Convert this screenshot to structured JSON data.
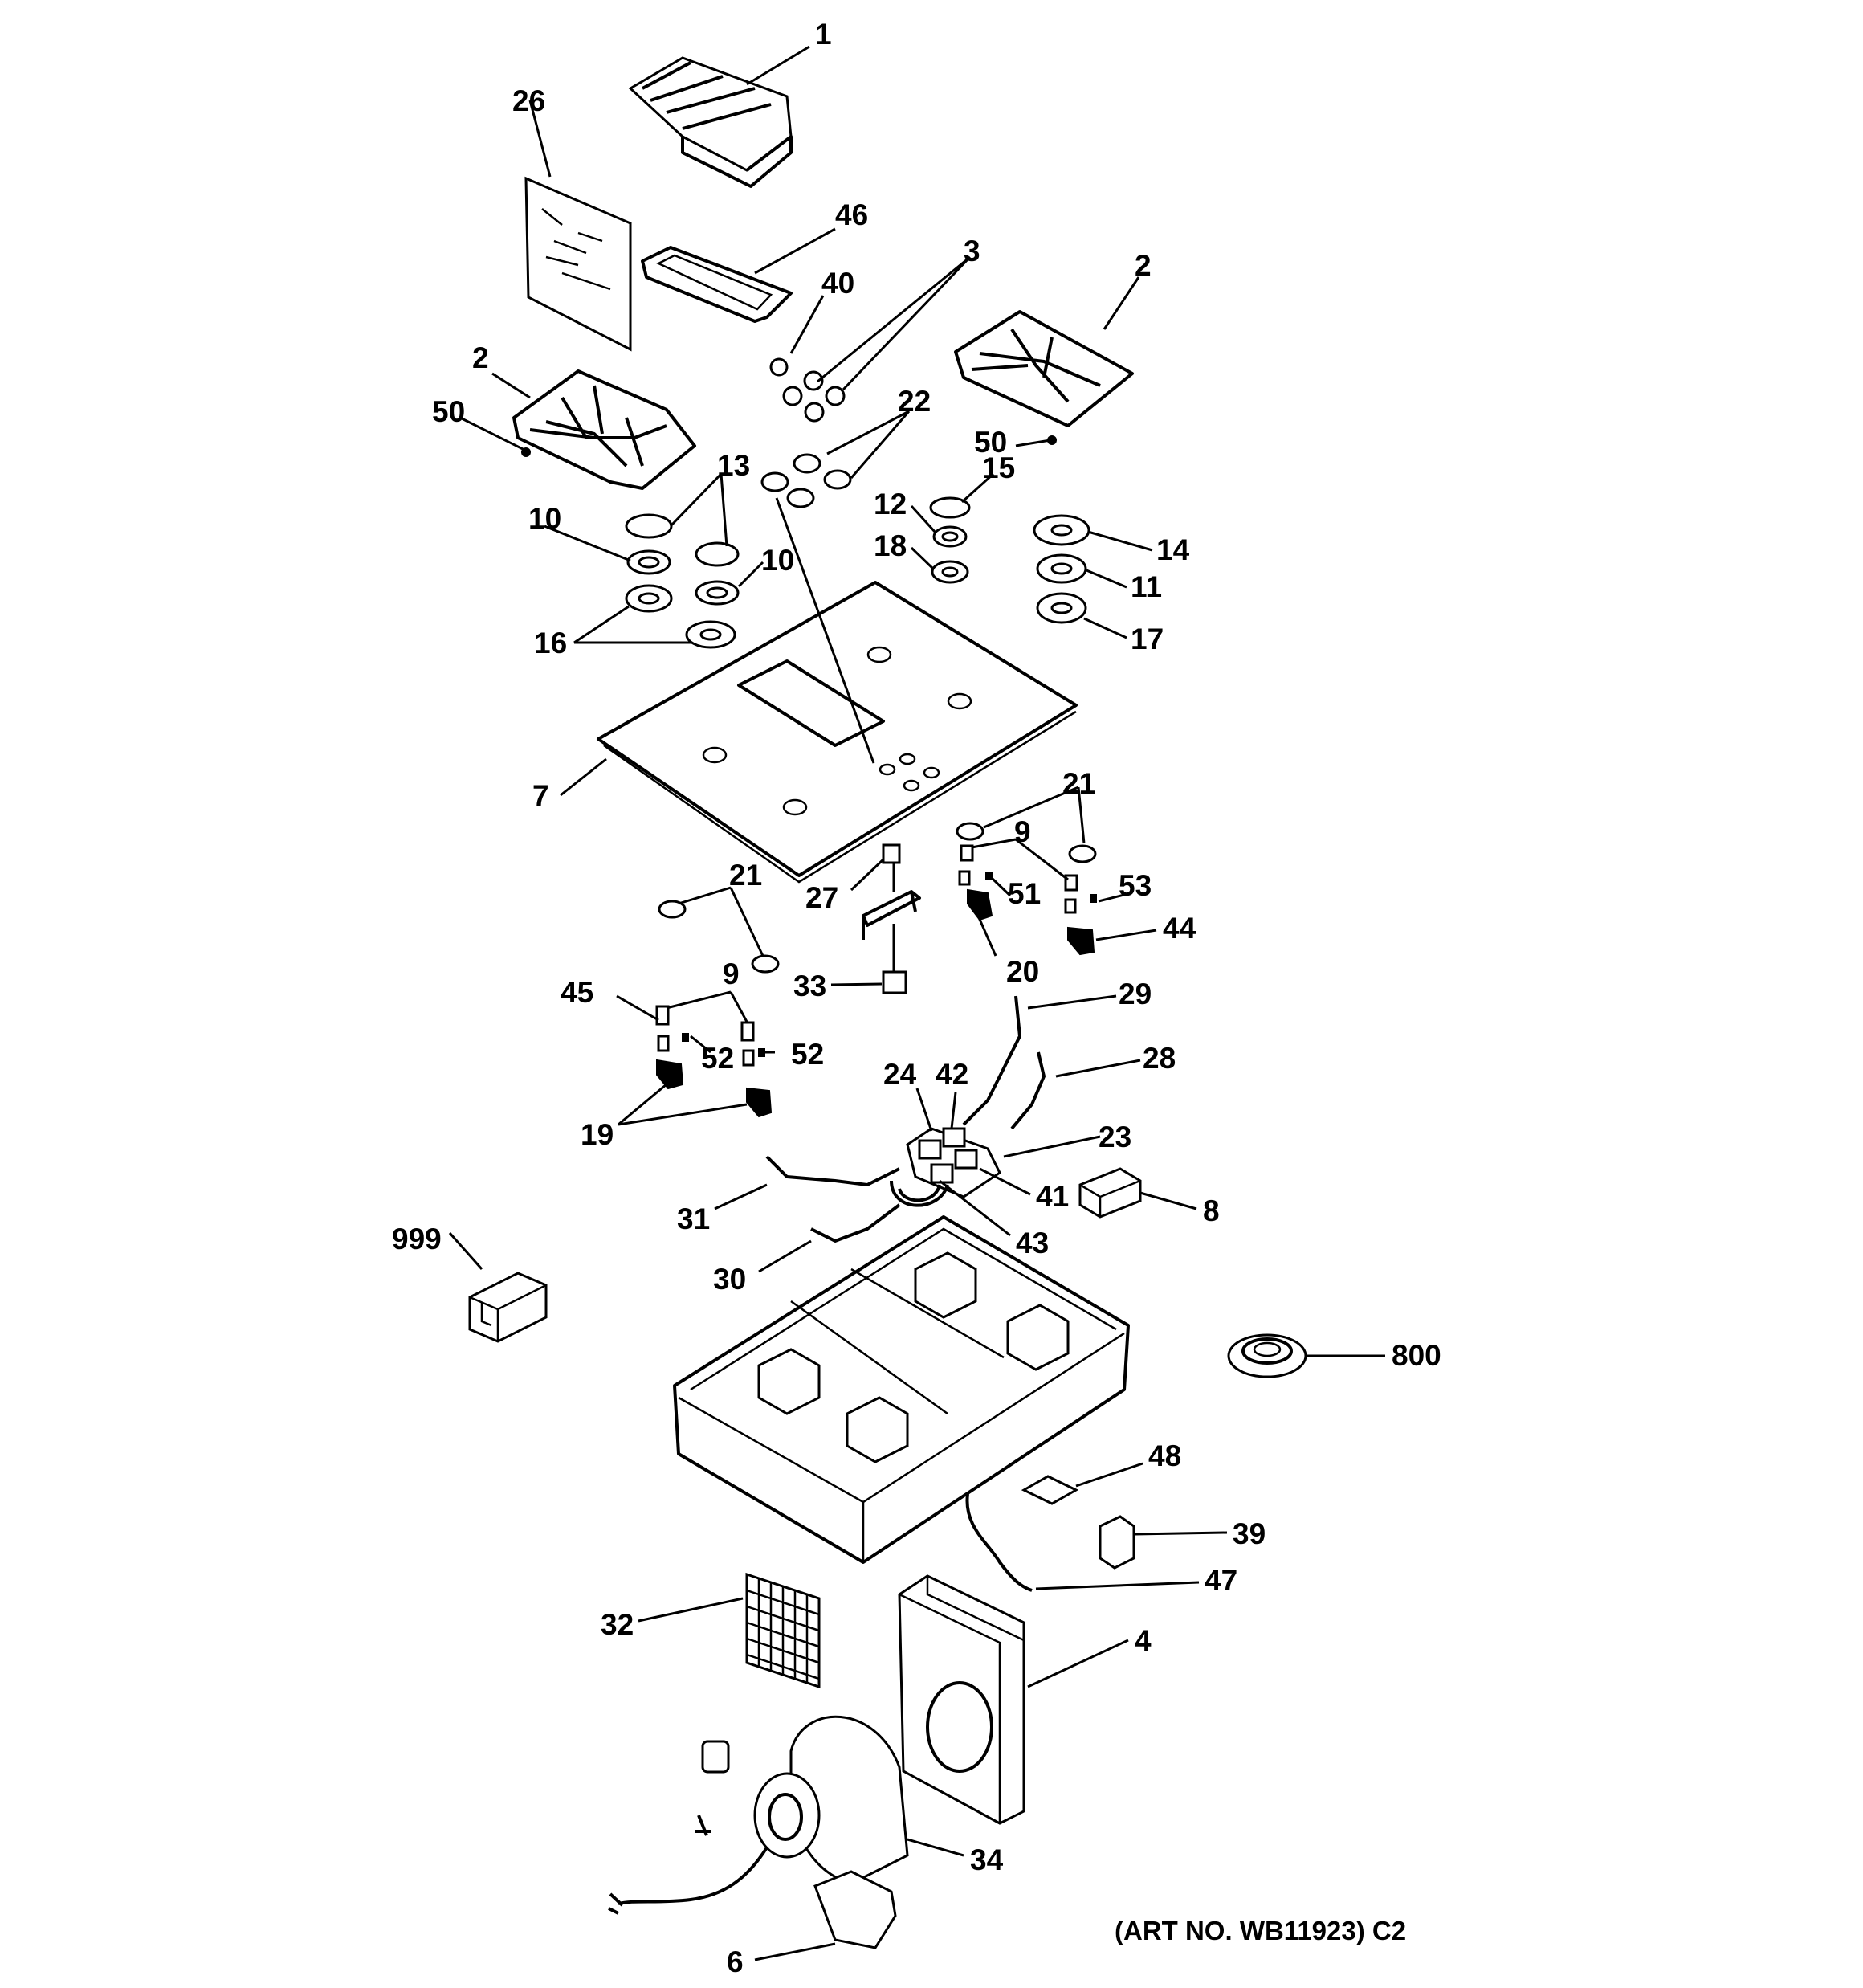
{
  "diagram": {
    "art_number_label": "(ART NO. WB11923) C2",
    "callouts": {
      "c1": "1",
      "c26": "26",
      "c46": "46",
      "c3": "3",
      "c40": "40",
      "c2_right": "2",
      "c2_left": "2",
      "c50_left": "50",
      "c50_right": "50",
      "c22": "22",
      "c13": "13",
      "c15": "15",
      "c12": "12",
      "c14": "14",
      "c10_top": "10",
      "c10_mid": "10",
      "c18": "18",
      "c11": "11",
      "c16": "16",
      "c17": "17",
      "c7": "7",
      "c21_right": "21",
      "c9_right": "9",
      "c53": "53",
      "c51": "51",
      "c27": "27",
      "c21_left": "21",
      "c44": "44",
      "c20": "20",
      "c9_left": "9",
      "c33": "33",
      "c45": "45",
      "c29": "29",
      "c52_left": "52",
      "c52_right": "52",
      "c28": "28",
      "c24": "24",
      "c42": "42",
      "c19": "19",
      "c23": "23",
      "c41": "41",
      "c8": "8",
      "c31": "31",
      "c43": "43",
      "c999": "999",
      "c30": "30",
      "c800": "800",
      "c48": "48",
      "c39": "39",
      "c47": "47",
      "c32": "32",
      "c4": "4",
      "c34": "34",
      "c6": "6"
    }
  }
}
